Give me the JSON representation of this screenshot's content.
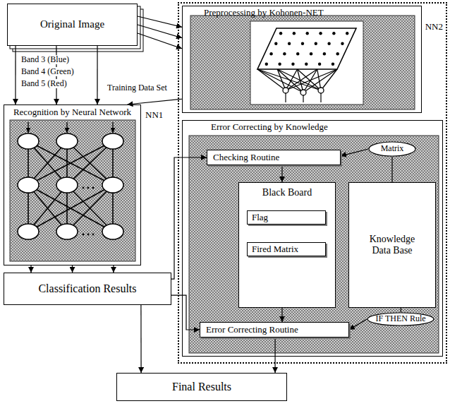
{
  "diagram": {
    "nodes": [
      {
        "text": [
          "Original Image"
        ]
      },
      {
        "text": [
          "NN2"
        ]
      },
      {
        "text": [
          "Preprocessing by Kohonen-NET"
        ],
        "in": 1
      },
      {
        "text": [
          "Error Correcting by Knowledge"
        ],
        "in": 1
      },
      {
        "text": [
          "Checking Routine"
        ],
        "in": 3
      },
      {
        "text": [
          "Matrix"
        ],
        "in": 3
      },
      {
        "text": [
          "Black Board"
        ],
        "in": 3
      },
      {
        "text": [
          "Flag"
        ],
        "in": 6
      },
      {
        "text": [
          "Fired Matrix"
        ],
        "in": 6
      },
      {
        "text": [
          "Knowledge Data Base"
        ],
        "in": 3
      },
      {
        "text": [
          "IF THEN Rule"
        ],
        "in": 3
      },
      {
        "text": [
          "Error Correcting Routine"
        ],
        "in": 3
      },
      {
        "text": [
          "Recognition by Neural Network"
        ]
      },
      {
        "text": [
          "Classification Results"
        ]
      },
      {
        "text": [
          "Final Results"
        ]
      }
    ],
    "edges": [
      {
        "from": 0,
        "to": 2,
        "arrow": "to"
      },
      {
        "from": 0,
        "to": 2,
        "arrow": "to"
      },
      {
        "from": 0,
        "to": 2,
        "arrow": "to"
      },
      {
        "from": 0,
        "to": 12,
        "label": "Band 3 (Blue)",
        "arrow": "to"
      },
      {
        "from": 0,
        "to": 12,
        "label": "Band 4 (Green)",
        "arrow": "to"
      },
      {
        "from": 0,
        "to": 12,
        "label": "Band 5 (Red)",
        "arrow": "to"
      },
      {
        "from": 2,
        "to": 12,
        "label": "Training Data Set",
        "arrow": "to"
      },
      {
        "from": 12,
        "to": 13,
        "arrow": "to"
      },
      {
        "from": 12,
        "to": 13,
        "arrow": "to"
      },
      {
        "from": 12,
        "to": 13,
        "arrow": "to"
      },
      {
        "from": 13,
        "to": 4,
        "arrow": "to"
      },
      {
        "from": 13,
        "to": 11,
        "arrow": "to"
      },
      {
        "from": 13,
        "to": 14,
        "arrow": "to"
      },
      {
        "from": 4,
        "to": 6,
        "arrow": "to"
      },
      {
        "from": 9,
        "to": 5,
        "arrow": "none"
      },
      {
        "from": 5,
        "to": 4,
        "arrow": "to"
      },
      {
        "from": 9,
        "to": 10,
        "arrow": "none"
      },
      {
        "from": 10,
        "to": 11,
        "arrow": "to"
      },
      {
        "from": 6,
        "to": 11,
        "arrow": "to"
      },
      {
        "from": 11,
        "to": 14,
        "arrow": "to"
      }
    ],
    "labels": [
      "NN1"
    ]
  }
}
